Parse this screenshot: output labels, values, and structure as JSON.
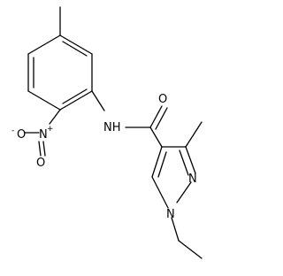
{
  "structure": {
    "atoms": {
      "nitro_N": {
        "symbol": "N",
        "charge": "+"
      },
      "nitro_O1": {
        "symbol": "O",
        "charge": "-"
      },
      "nitro_O2": {
        "symbol": "O"
      },
      "amide_N": {
        "symbol": "NH"
      },
      "carbonyl_O": {
        "symbol": "O"
      },
      "pyrazole_N1": {
        "symbol": "N"
      },
      "pyrazole_N2": {
        "symbol": "N"
      }
    }
  }
}
